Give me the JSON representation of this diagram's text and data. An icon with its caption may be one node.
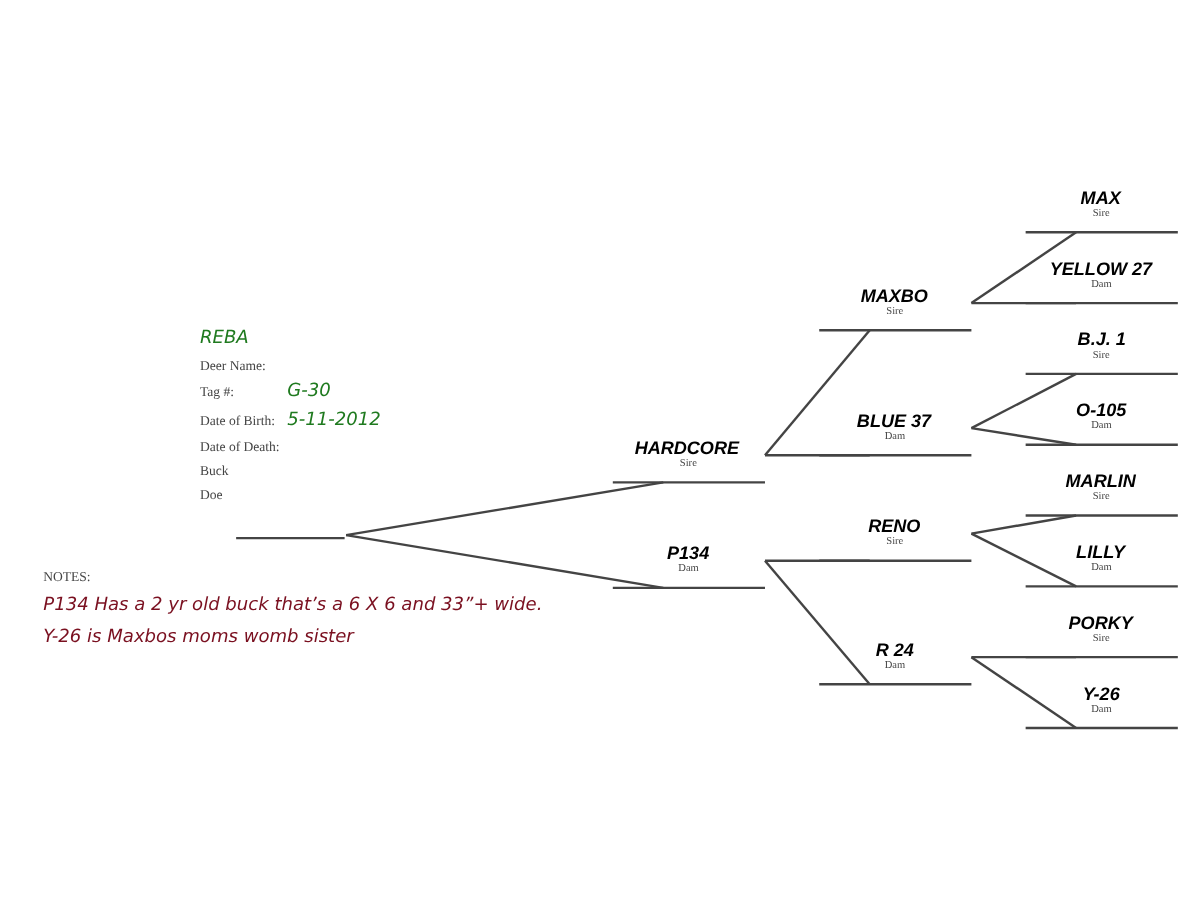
{
  "diagram": {
    "nodes": [
      {
        "text": [],
        "shape": "bar"
      },
      {
        "text": [
          "HARDCORE",
          "Sire"
        ]
      },
      {
        "text": [
          "MAXBO",
          "Sire"
        ]
      },
      {
        "text": [
          "MAX",
          "Sire"
        ]
      },
      {
        "text": [
          "YELLOW 27",
          "Dam"
        ]
      },
      {
        "text": [
          "BLUE 37",
          "Dam"
        ]
      },
      {
        "text": [
          "B.J. 1",
          "Sire"
        ]
      },
      {
        "text": [
          "O-105",
          "Dam"
        ]
      },
      {
        "text": [
          "P134",
          "Dam"
        ]
      },
      {
        "text": [
          "RENO",
          "Sire"
        ]
      },
      {
        "text": [
          "MARLIN",
          "Sire"
        ]
      },
      {
        "text": [
          "LILLY",
          "Dam"
        ]
      },
      {
        "text": [
          "R 24",
          "Dam"
        ]
      },
      {
        "text": [
          "PORKY",
          "Sire"
        ]
      },
      {
        "text": [
          "Y-26",
          "Dam"
        ]
      }
    ],
    "edges": [
      {
        "from": 0,
        "to": 1,
        "arrow": "none"
      },
      {
        "from": 0,
        "to": 8,
        "arrow": "none"
      },
      {
        "from": 1,
        "to": 2,
        "arrow": "none"
      },
      {
        "from": 1,
        "to": 5,
        "arrow": "none"
      },
      {
        "from": 2,
        "to": 3,
        "arrow": "none"
      },
      {
        "from": 2,
        "to": 4,
        "arrow": "none"
      },
      {
        "from": 5,
        "to": 6,
        "arrow": "none"
      },
      {
        "from": 5,
        "to": 7,
        "arrow": "none"
      },
      {
        "from": 8,
        "to": 9,
        "arrow": "none"
      },
      {
        "from": 8,
        "to": 12,
        "arrow": "none"
      },
      {
        "from": 9,
        "to": 10,
        "arrow": "none"
      },
      {
        "from": 9,
        "to": 11,
        "arrow": "none"
      },
      {
        "from": 12,
        "to": 13,
        "arrow": "none"
      },
      {
        "from": 12,
        "to": 14,
        "arrow": "none"
      }
    ],
    "labels": [
      "REBA",
      "Deer Name:",
      "Tag #:",
      "G-30",
      "Date of Birth:",
      "5-11-2012",
      "Date of Death:",
      "Buck",
      "Doe",
      "NOTES:",
      "P134 Has a 2 yr old buck that’s a 6 X 6 and 33”+ wide.",
      "Y-26 is Maxbos moms womb sister"
    ]
  }
}
